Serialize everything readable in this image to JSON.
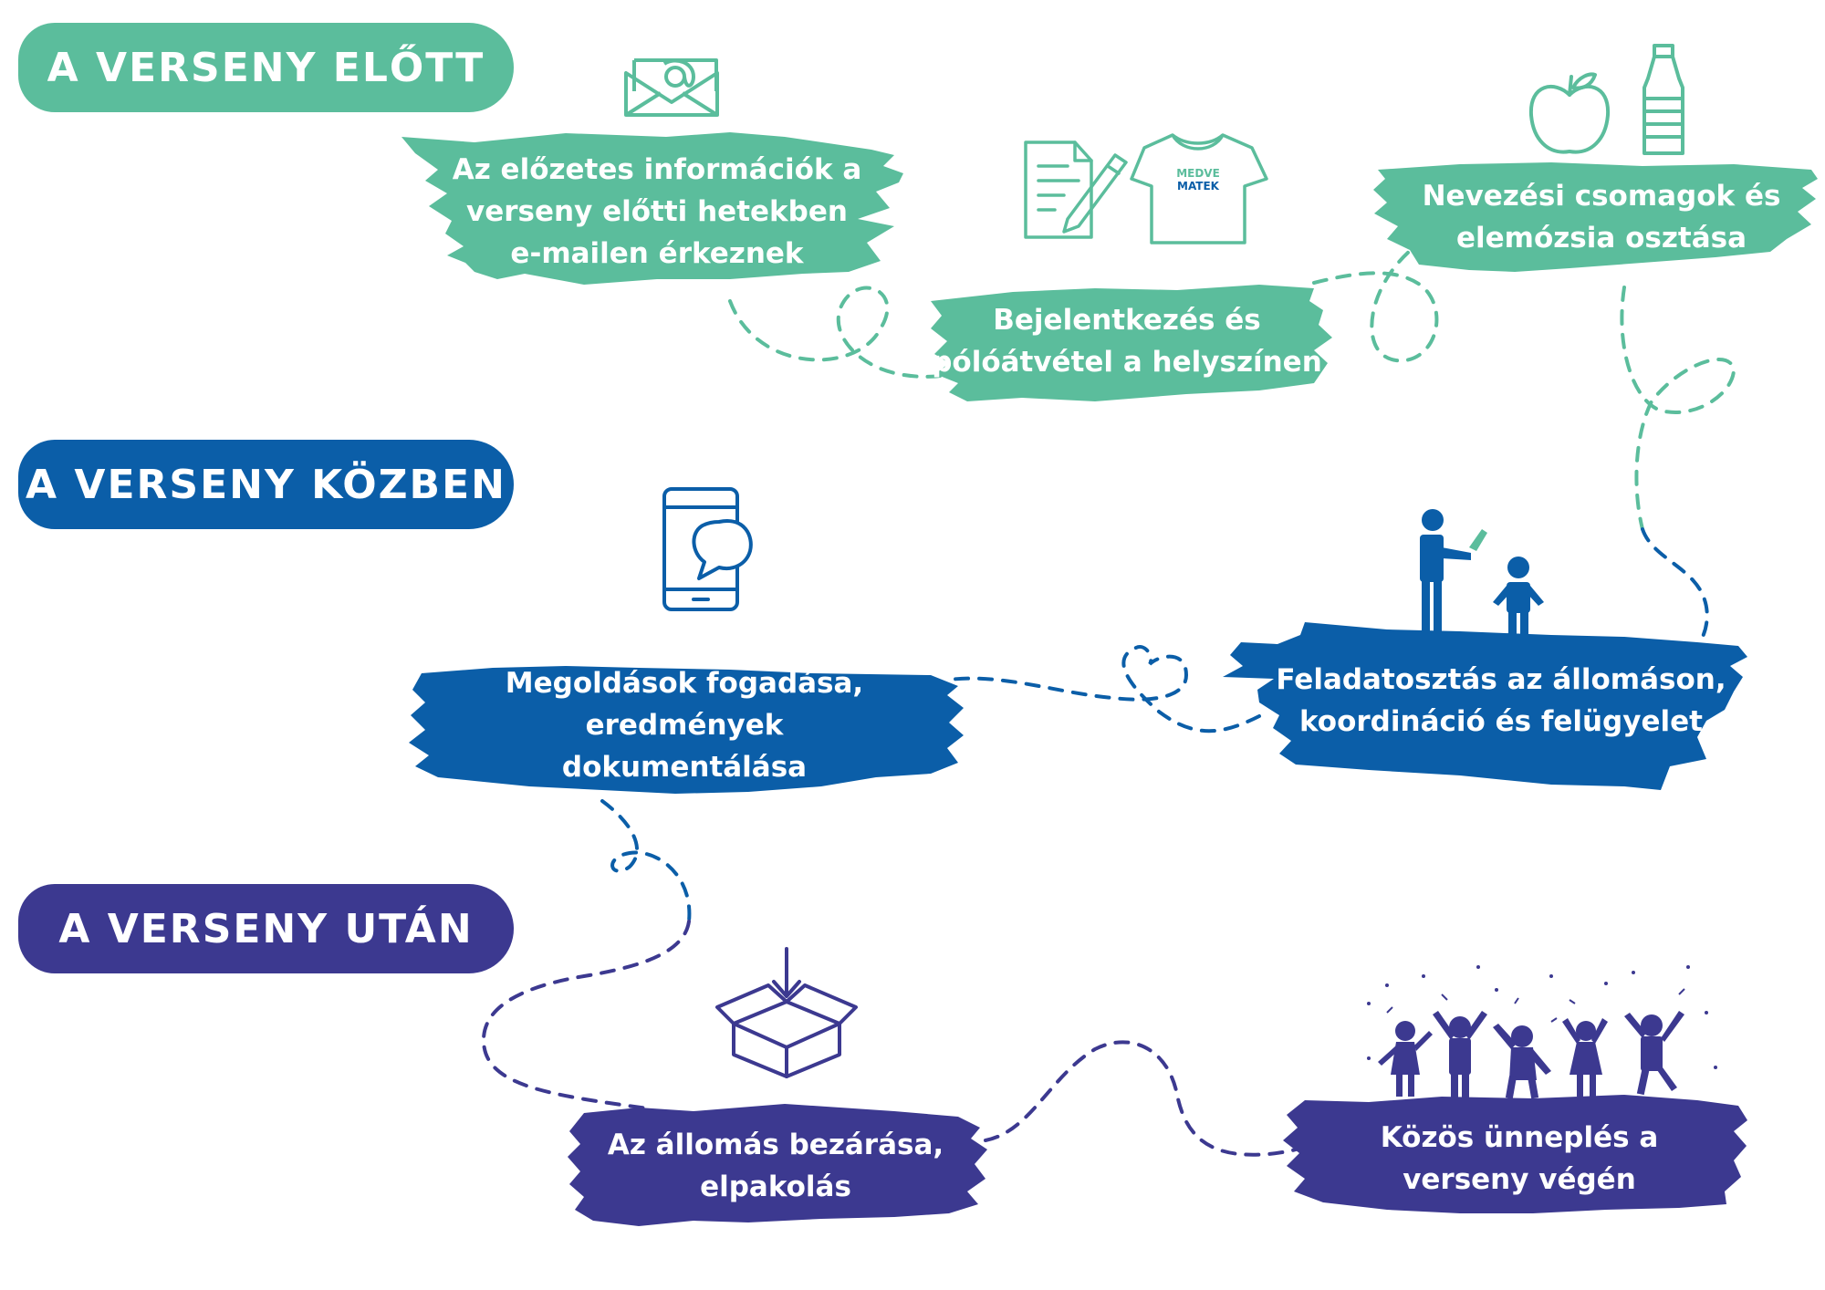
{
  "colors": {
    "green": "#5bbd9c",
    "blue": "#0b5ea8",
    "purple": "#3c3990",
    "white": "#ffffff"
  },
  "phases": {
    "before": "A VERSENY ELŐTT",
    "during": "A VERSENY KÖZBEN",
    "after": "A VERSENY UTÁN"
  },
  "steps": {
    "s1": {
      "lines": [
        "Az előzetes információk a",
        "verseny előtti hetekben",
        "e-mailen érkeznek"
      ],
      "icon": "email-at-icon"
    },
    "s2": {
      "lines": [
        "Bejelentkezés és",
        "pólóátvétel a helyszínen"
      ],
      "icons": [
        "form-pen-icon",
        "tshirt-icon"
      ]
    },
    "s3": {
      "lines": [
        "Nevezési csomagok és",
        "elemózsia osztása"
      ],
      "icons": [
        "apple-icon",
        "water-bottle-icon"
      ]
    },
    "s4": {
      "lines": [
        "Megoldások fogadása,",
        "eredmények",
        "dokumentálása"
      ],
      "icon": "phone-chat-icon"
    },
    "s5": {
      "lines": [
        "Feladatosztás az állomáson,",
        "koordináció és felügyelet"
      ],
      "icon": "adult-child-icon"
    },
    "s6": {
      "lines": [
        "Az állomás bezárása,",
        "elpakolás"
      ],
      "icon": "box-arrow-icon"
    },
    "s7": {
      "lines": [
        "Közös ünneplés a",
        "verseny végén"
      ],
      "icon": "celebrating-people-icon"
    }
  },
  "tshirt_logo": {
    "line1": "MEDVE",
    "line2": "MATEK"
  }
}
